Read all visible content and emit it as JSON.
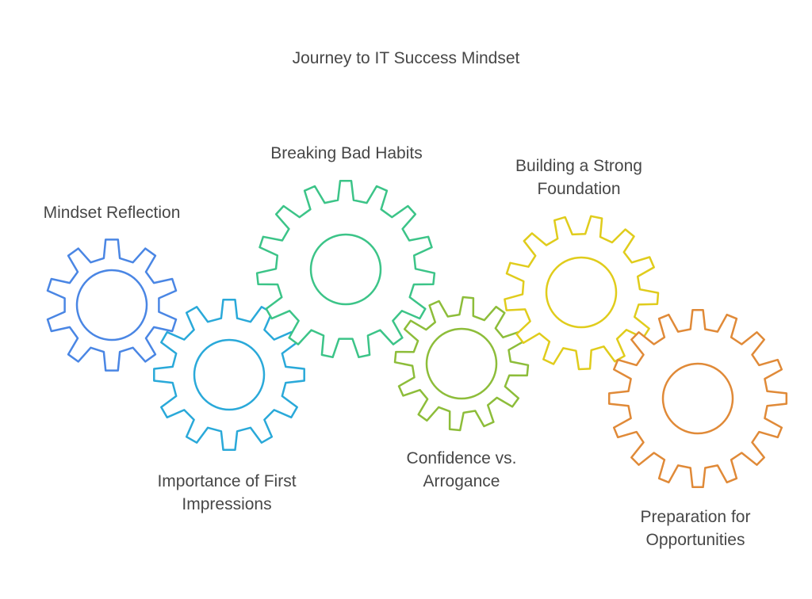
{
  "title": "Journey to IT Success Mindset",
  "gears": [
    {
      "id": "mindset-reflection",
      "lines": [
        "Mindset Reflection"
      ],
      "color": "#4a86e4",
      "teeth": 10
    },
    {
      "id": "importance-of-first-impressions",
      "lines": [
        "Importance of First",
        "Impressions"
      ],
      "color": "#2aa9d9",
      "teeth": 12
    },
    {
      "id": "breaking-bad-habits",
      "lines": [
        "Breaking Bad Habits"
      ],
      "color": "#3cc488",
      "teeth": 15
    },
    {
      "id": "confidence-vs-arrogance",
      "lines": [
        "Confidence vs.",
        "Arrogance"
      ],
      "color": "#8dbd3a",
      "teeth": 12
    },
    {
      "id": "building-a-strong-foundation",
      "lines": [
        "Building a Strong",
        "Foundation"
      ],
      "color": "#e0cc1c",
      "teeth": 13
    },
    {
      "id": "preparation-for-opportunities",
      "lines": [
        "Preparation for",
        "Opportunities"
      ],
      "color": "#e08a38",
      "teeth": 16
    }
  ]
}
